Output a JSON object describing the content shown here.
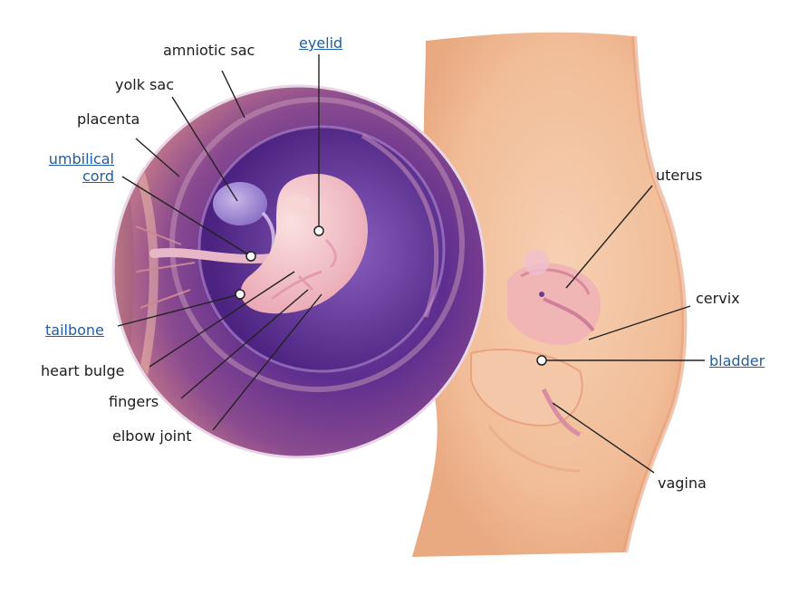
{
  "labels": {
    "amniotic_sac": "amniotic sac",
    "eyelid": "eyelid",
    "yolk_sac": "yolk sac",
    "placenta": "placenta",
    "umbilical_cord_line1": "umbilical",
    "umbilical_cord_line2": "cord",
    "tailbone": "tailbone",
    "heart_bulge": "heart bulge",
    "fingers": "fingers",
    "elbow_joint": "elbow joint",
    "uterus": "uterus",
    "cervix": "cervix",
    "bladder": "bladder",
    "vagina": "vagina"
  },
  "colors": {
    "link": "#1f5fa3",
    "text": "#1c1c1c",
    "skin": "#f2c3a2",
    "sac_purple": "#5a2a8a",
    "embryo_pink": "#f3c6c8"
  }
}
